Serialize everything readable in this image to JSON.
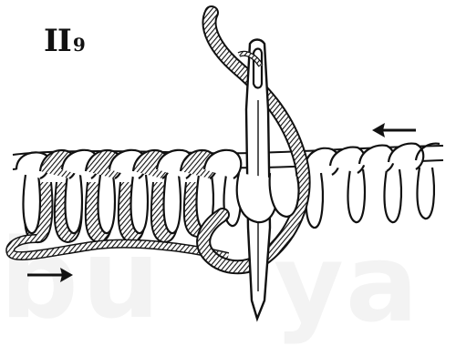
{
  "figure": {
    "label_main": "II",
    "label_sub": "9"
  },
  "watermarks": {
    "left_text": "bu",
    "right_text": "ya"
  },
  "colors": {
    "ink": "#111111",
    "paper": "#ffffff",
    "watermark": "#c8c8c8"
  },
  "icons": {
    "arrow_top": "arrow-left-icon",
    "arrow_bottom": "arrow-right-icon",
    "needle": "sewing-needle-icon"
  }
}
